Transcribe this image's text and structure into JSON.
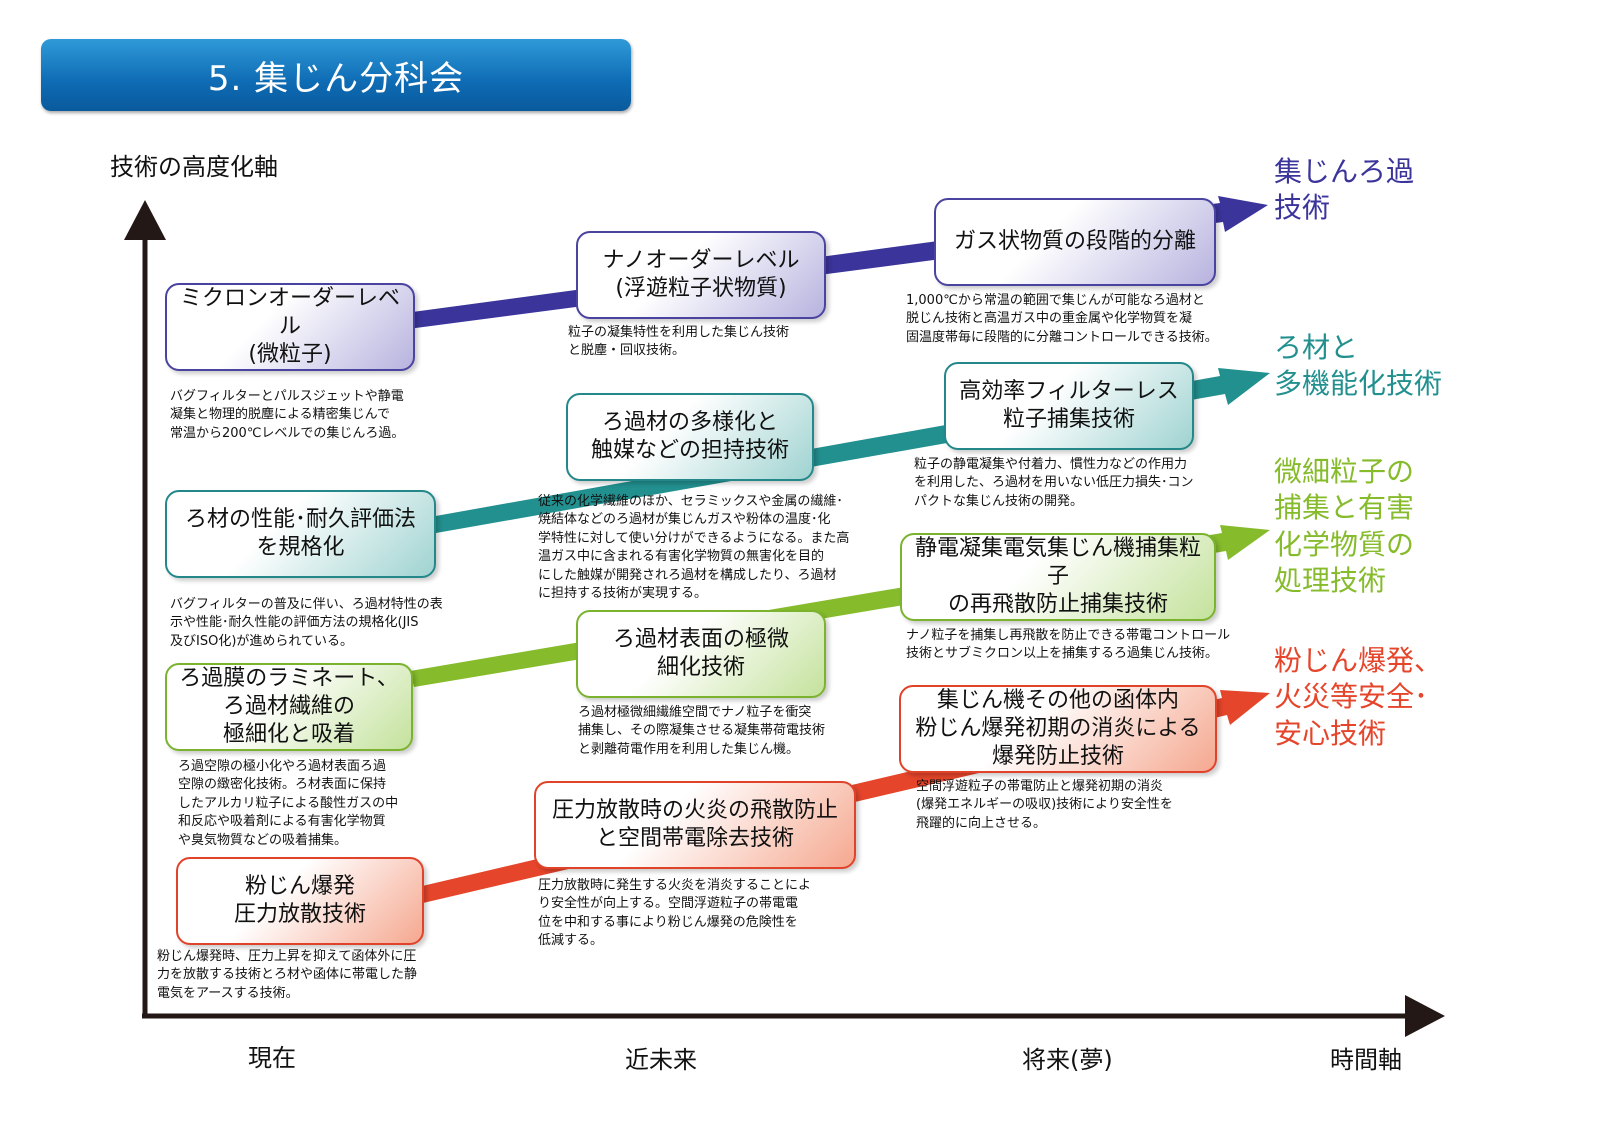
{
  "title": "5. 集じん分科会",
  "axes": {
    "y_label": "技術の高度化軸",
    "x_label": "時間軸",
    "x_points": [
      "現在",
      "近未来",
      "将来(夢)"
    ]
  },
  "lanes": [
    {
      "color": "#3b349b",
      "goal": "集じんろ過\n技術",
      "boxes": [
        {
          "text": "ミクロンオーダーレベル\n(微粒子)",
          "desc": "バグフィルターとパルスジェットや静電\n凝集と物理的脱塵による精密集じんで\n常温から200℃レベルでの集じんろ過。"
        },
        {
          "text": "ナノオーダーレベル\n(浮遊粒子状物質)",
          "desc": "粒子の凝集特性を利用した集じん技術\nと脱塵・回収技術。"
        },
        {
          "text": "ガス状物質の段階的分離",
          "desc": "1,000℃から常温の範囲で集じんが可能なろ過材と\n脱じん技術と高温ガス中の重金属や化学物質を凝\n固温度帯毎に段階的に分離コントロールできる技術。"
        }
      ]
    },
    {
      "color": "#22908f",
      "goal": "ろ材と\n多機能化技術",
      "boxes": [
        {
          "text": "ろ材の性能･耐久評価法\nを規格化",
          "desc": "バグフィルターの普及に伴い、ろ過材特性の表\n示や性能･耐久性能の評価方法の規格化(JIS\n及びISO化)が進められている。"
        },
        {
          "text": "ろ過材の多様化と\n触媒などの担持技術",
          "desc": "従来の化学繊維のほか、セラミックスや金属の繊維･\n焼結体などのろ過材が集じんガスや粉体の温度･化\n学特性に対して使い分けができるようになる。また高\n温ガス中に含まれる有害化学物質の無害化を目的\nにした触媒が開発されろ過材を構成したり、ろ過材\nに担持する技術が実現する。"
        },
        {
          "text": "高効率フィルターレス\n粒子捕集技術",
          "desc": "粒子の静電凝集や付着力、慣性力などの作用力\nを利用した、ろ過材を用いない低圧力損失･コン\nパクトな集じん技術の開発。"
        }
      ]
    },
    {
      "color": "#86bb2c",
      "goal": "微細粒子の\n捕集と有害\n化学物質の\n処理技術",
      "boxes": [
        {
          "text": "ろ過膜のラミネート、\nろ過材繊維の\n極細化と吸着",
          "desc": "ろ過空隙の極小化やろ過材表面ろ過\n空隙の緻密化技術。ろ材表面に保持\nしたアルカリ粒子による酸性ガスの中\n和反応や吸着剤による有害化学物質\nや臭気物質などの吸着捕集。"
        },
        {
          "text": "ろ過材表面の極微\n細化技術",
          "desc": "ろ過材極微細繊維空間でナノ粒子を衝突\n捕集し、その際凝集させる凝集帯荷電技術\nと剥離荷電作用を利用した集じん機。"
        },
        {
          "text": "静電凝集電気集じん機捕集粒子\nの再飛散防止捕集技術",
          "desc": "ナノ粒子を捕集し再飛散を防止できる帯電コントロール\n技術とサブミクロン以上を捕集するろ過集じん技術。"
        }
      ]
    },
    {
      "color": "#e5452b",
      "goal": "粉じん爆発、\n火災等安全･\n安心技術",
      "boxes": [
        {
          "text": "粉じん爆発\n圧力放散技術",
          "desc": "粉じん爆発時、圧力上昇を抑えて函体外に圧\n力を放散する技術とろ材や函体に帯電した静\n電気をアースする技術。"
        },
        {
          "text": "圧力放散時の火炎の飛散防止\nと空間帯電除去技術",
          "desc": "圧力放散時に発生する火炎を消炎することによ\nり安全性が向上する。空間浮遊粒子の帯電電\n位を中和する事により粉じん爆発の危険性を\n低減する。"
        },
        {
          "text": "集じん機その他の函体内\n粉じん爆発初期の消炎による\n爆発防止技術",
          "desc": "空間浮遊粒子の帯電防止と爆発初期の消炎\n(爆発エネルギーの吸収)技術により安全性を\n飛躍的に向上させる。"
        }
      ]
    }
  ]
}
